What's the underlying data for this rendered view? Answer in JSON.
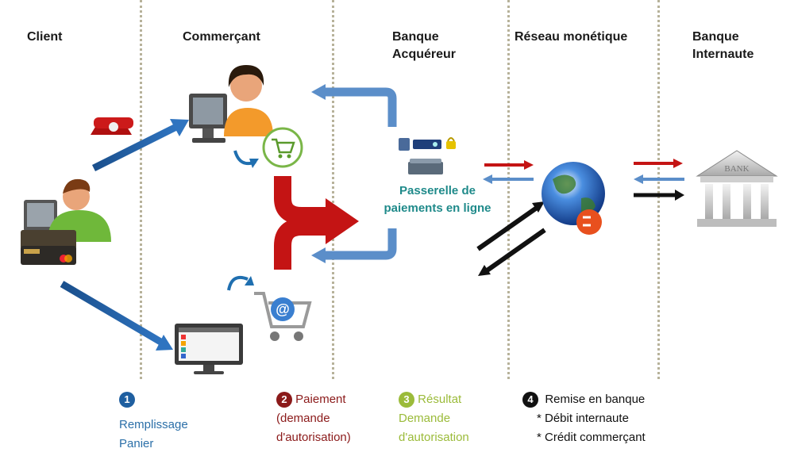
{
  "columns": {
    "client": "Client",
    "commercant": "Commerçant",
    "banque_acquereur": [
      "Banque",
      "Acquéreur"
    ],
    "reseau": "Réseau monétique",
    "banque_internaute": [
      "Banque",
      "Internaute"
    ]
  },
  "gateway": [
    "Passerelle de",
    "paiements en ligne"
  ],
  "bank_sign": "BANK",
  "steps": [
    {
      "number": "1",
      "lines": [
        "Remplissage",
        "Panier"
      ],
      "color": "#2b6fa8",
      "badge": "#1f5fa0"
    },
    {
      "number": "2",
      "lines": [
        "Paiement",
        "(demande",
        "d'autorisation)"
      ],
      "color": "#8b1a1a",
      "badge": "#8b1a1a"
    },
    {
      "number": "3",
      "lines": [
        "Résultat",
        "Demande",
        "d'autorisation"
      ],
      "color": "#9bbb3a",
      "badge": "#9bbb3a"
    },
    {
      "number": "4",
      "lines": [
        "Remise en banque",
        "* Débit internaute",
        "* Crédit commerçant"
      ],
      "color": "#111111",
      "badge": "#111111"
    }
  ],
  "colors": {
    "blue_arrow": "#1f5fa0",
    "red_arrow": "#c41414",
    "light_blue": "#5b8ec9",
    "black": "#111111",
    "divider": "#b7b29a"
  }
}
